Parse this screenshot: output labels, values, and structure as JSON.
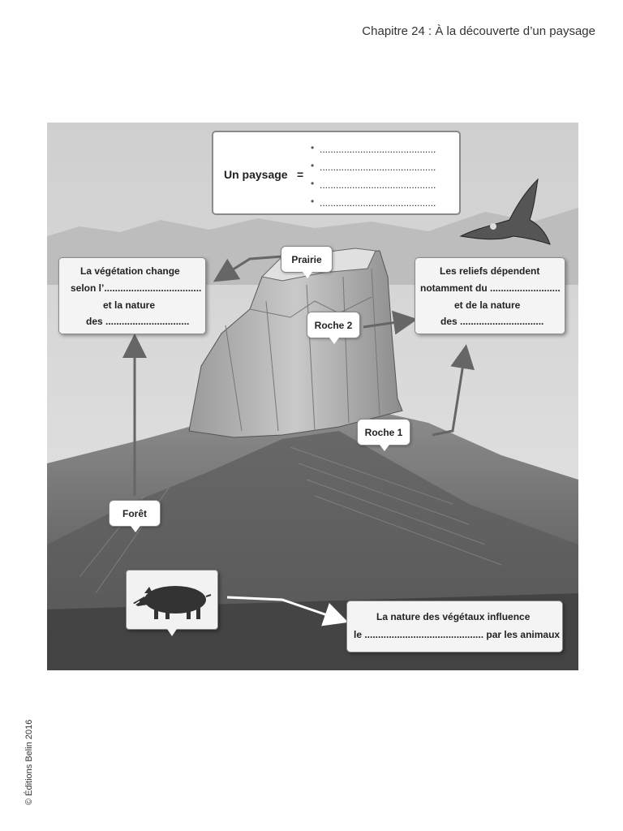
{
  "header": {
    "chapter": "Chapitre 24 : À la découverte d’un paysage"
  },
  "footer": {
    "copyright": "© Éditions Belin 2016"
  },
  "summary": {
    "title": "Un paysage",
    "equals": "=",
    "bullets": [
      "•",
      "•",
      "•",
      "•"
    ],
    "blanks": [
      "...........................................",
      "...........................................",
      "...........................................",
      "..........................................."
    ]
  },
  "vegetation_box": {
    "lines": [
      "La végétation change",
      "selon l’....................................",
      "et la nature",
      "des ..............................."
    ]
  },
  "reliefs_box": {
    "lines": [
      "Les reliefs dépendent",
      "notamment du ..........................",
      "et de la nature",
      "des ..............................."
    ]
  },
  "animals_box": {
    "lines": [
      "La nature des végétaux influence",
      "le ............................................ par les animaux"
    ]
  },
  "labels": {
    "prairie": "Prairie",
    "roche2": "Roche 2",
    "roche1": "Roche 1",
    "foret": "Forêt"
  },
  "icons": [
    "eagle-icon",
    "boar-icon"
  ]
}
